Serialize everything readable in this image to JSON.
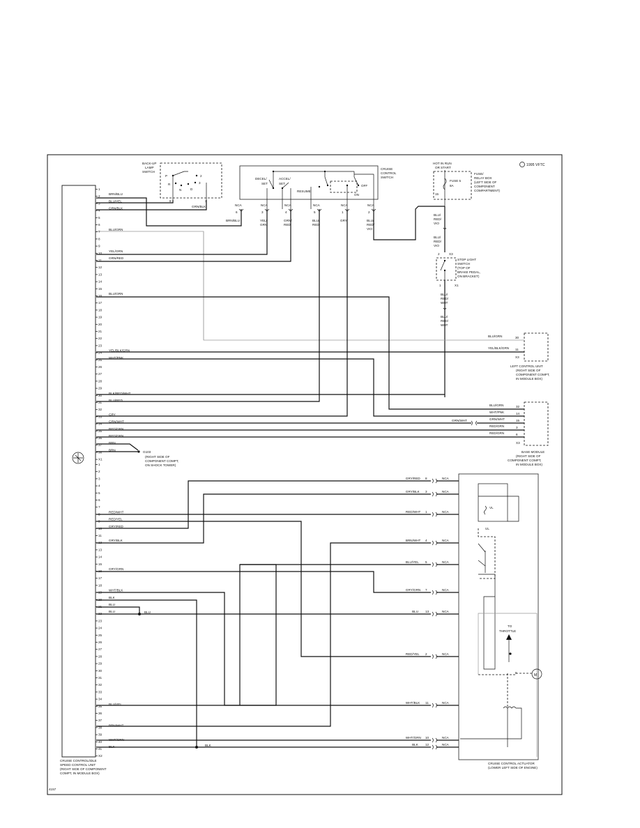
{
  "diagram": {
    "copyright": "1995 VFTC",
    "page_number": "4157",
    "ground_label": "G103",
    "ground_note": [
      "(RIGHT SIDE OF",
      "COMPONENT COMPT,",
      "ON SHOCK TOWER)"
    ]
  },
  "components": {
    "ecu": {
      "label": [
        "CRUISE CONTROL/IDLE",
        "SPEED CONTROL UNIT",
        "(RIGHT SIDE OF COMPONENT",
        "COMPT, IN MODULE BOX)"
      ],
      "pins_x1": [
        "1",
        "2",
        "3",
        "4",
        "5",
        "6",
        "7",
        "8",
        "9",
        "10",
        "11",
        "12",
        "13",
        "14",
        "15",
        "16",
        "17",
        "18",
        "19",
        "20",
        "21",
        "22",
        "23",
        "24",
        "25",
        "26",
        "27",
        "28",
        "29",
        "30",
        "31",
        "32",
        "33",
        "34",
        "35",
        "36",
        "37",
        "38",
        "X1"
      ],
      "pins_x2": [
        "1",
        "2",
        "3",
        "4",
        "5",
        "6",
        "7",
        "8",
        "9",
        "10",
        "11",
        "12",
        "13",
        "14",
        "15",
        "16",
        "17",
        "18",
        "19",
        "20",
        "21",
        "22",
        "23",
        "24",
        "25",
        "26",
        "27",
        "28",
        "29",
        "30",
        "31",
        "32",
        "33",
        "34",
        "35",
        "36",
        "37",
        "38",
        "39",
        "40",
        "41",
        "X2"
      ]
    },
    "backup_lamp_switch": {
      "label": [
        "BACK-UP",
        "LAMP",
        "SWITCH"
      ],
      "positions": [
        "P",
        "R",
        "N",
        "D",
        "2",
        "3"
      ],
      "pin_left": "8",
      "pin_right": "3",
      "wire_right": "GRN/BLK"
    },
    "cruise_switch": {
      "label": [
        "CRUISE",
        "CONTROL",
        "SWITCH"
      ],
      "decel": [
        "DECEL/",
        "SET"
      ],
      "accel": [
        "ACCEL/",
        "SET"
      ],
      "resume": "RESUME",
      "off": "OFF",
      "on": "ON",
      "pins": [
        {
          "nca": "NCA",
          "pin": "6",
          "wire": "BRN/BLU"
        },
        {
          "nca": "NCA",
          "pin": "3",
          "wire": "YEL/ GRN"
        },
        {
          "nca": "NCA",
          "pin": "4",
          "wire": "GRN/ RED"
        },
        {
          "nca": "NCA",
          "pin": "5",
          "wire": "BLU/ RED"
        },
        {
          "nca": "NCA",
          "pin": "1",
          "wire": "GRY"
        },
        {
          "nca": "NCA",
          "pin": "2",
          "wire": "BLU/ RED/ VIO"
        }
      ]
    },
    "fuse_box": {
      "hot": [
        "HOT IN RUN",
        "OR START"
      ],
      "fuse": "FUSE 5",
      "amps": "8A",
      "pin": "15",
      "label": [
        "FUSE/",
        "RELAY BOX",
        "(LEFT SIDE OF",
        "COMPONENT",
        "COMPARTMENT)"
      ]
    },
    "stop_light_switch": {
      "label": [
        "STOP LIGHT",
        "SWITCH",
        "(TOP OF",
        "BRAKE PEDAL,",
        "ON BRACKET)"
      ],
      "wire_in": [
        "BLU/",
        "RED/",
        "VIO"
      ],
      "wire_in2": [
        "BLU/",
        "RED/",
        "VIO"
      ],
      "wire_out": [
        "BLU/",
        "RED/",
        "WHT"
      ],
      "wire_out2": [
        "BLU/",
        "RED/",
        "WHT"
      ],
      "pin_top": "2",
      "conn_top": "X3",
      "pin_bottom": "1",
      "conn_bottom": "X1"
    },
    "left_control_unit": {
      "label": [
        "LEFT CONTROL UNIT",
        "(RIGHT SIDE OF",
        "COMPONENT COMPT,",
        "IN MODULE BOX)"
      ],
      "rows": [
        {
          "wire": "BLU/GRN",
          "pin": "30"
        },
        {
          "wire": "YEL/BLK/GRN",
          "pin": "11"
        },
        {
          "wire": "",
          "pin": "X3"
        }
      ]
    },
    "base_module": {
      "label": [
        "BASE MODULE",
        "(RIGHT SIDE OF",
        "COMPONENT COMPT,",
        "IN MODULE BOX)"
      ],
      "rows": [
        {
          "wire": "BLU/GRN",
          "pin": "32"
        },
        {
          "wire": "WHT/PNK",
          "pin": "14"
        },
        {
          "wire": "GRN/WHT",
          "pin": "15"
        },
        {
          "wire": "RED/GRN",
          "pin": "3"
        },
        {
          "wire": "RED/GRN",
          "pin": "6"
        },
        {
          "wire": "",
          "pin": "X3"
        }
      ],
      "inline_wire": "GRN/WHT"
    },
    "actuator": {
      "label": [
        "CRUISE CONTROL ACTUATOR",
        "(LOWER LEFT SIDE OF ENGINE)"
      ],
      "rows": [
        {
          "wire": "GRY/RED",
          "pin": "8",
          "nca": "NCA"
        },
        {
          "wire": "GRY/BLK",
          "pin": "3",
          "nca": "NCA"
        },
        {
          "wire": "RED/WHT",
          "pin": "1",
          "nca": "NCA"
        },
        {
          "wire": "BRN/WHT",
          "pin": "4",
          "nca": "NCA"
        },
        {
          "wire": "BLU/YEL",
          "pin": "5",
          "nca": "NCA"
        },
        {
          "wire": "GRY/GRN",
          "pin": "7",
          "nca": "NCA"
        },
        {
          "wire": "BLU",
          "pin": "13",
          "nca": "NCA"
        },
        {
          "wire": "RED/YEL",
          "pin": "2",
          "nca": "NCA"
        },
        {
          "wire": "WHT/BLK",
          "pin": "11",
          "nca": "NCA"
        },
        {
          "wire": "WHT/GRN",
          "pin": "10",
          "nca": "NCA"
        },
        {
          "wire": "BLK",
          "pin": "12",
          "nca": "NCA"
        }
      ],
      "vl": "VL",
      "ul": "UL",
      "to_throttle": [
        "TO",
        "THROTTLE"
      ],
      "motor": "M"
    }
  },
  "ecu_wires_x1": [
    {
      "pin": "2",
      "wire": "BRN/BLU"
    },
    {
      "pin": "3",
      "wire": "BLU/YEL"
    },
    {
      "pin": "4",
      "wire": "GRN/BLK"
    },
    {
      "pin": "7",
      "wire": "BLU/GRN"
    },
    {
      "pin": "10",
      "wire": "YEL/GRN"
    },
    {
      "pin": "11",
      "wire": "GRN/RED"
    },
    {
      "pin": "16",
      "wire": "BLU/GRN"
    },
    {
      "pin": "24",
      "wire": "YEL/BLK/GRN"
    },
    {
      "pin": "25",
      "wire": "WHT/PNK"
    },
    {
      "pin": "30",
      "wire": "BLK/RED/WHT"
    },
    {
      "pin": "31",
      "wire": "BLU/RED"
    },
    {
      "pin": "33",
      "wire": "GRY"
    },
    {
      "pin": "34",
      "wire": "GRN/WHT"
    },
    {
      "pin": "35",
      "wire": "RED/GRN"
    },
    {
      "pin": "36",
      "wire": "RED/GRN"
    },
    {
      "pin": "37",
      "wire": "BRN"
    },
    {
      "pin": "38",
      "wire": "BRN"
    }
  ],
  "ecu_wires_x2": [
    {
      "pin": "8",
      "wire": "RED/WHT"
    },
    {
      "pin": "9",
      "wire": "RED/YEL"
    },
    {
      "pin": "10",
      "wire": "GRY/RED"
    },
    {
      "pin": "12",
      "wire": "GRY/BLK"
    },
    {
      "pin": "16",
      "wire": "GRY/GRN"
    },
    {
      "pin": "19",
      "wire": "WHT/BLK"
    },
    {
      "pin": "20",
      "wire": "BLK"
    },
    {
      "pin": "21",
      "wire": "BLU"
    },
    {
      "pin": "22",
      "wire": "BLU"
    },
    {
      "pin": "35",
      "wire": "BLU/YEL"
    },
    {
      "pin": "38",
      "wire": "BRN/WHT"
    },
    {
      "pin": "40",
      "wire": "WHT/GRN"
    },
    {
      "pin": "41",
      "wire": "BLK"
    }
  ],
  "junction_labels": {
    "blu": "BLU",
    "blk": "BLK"
  }
}
